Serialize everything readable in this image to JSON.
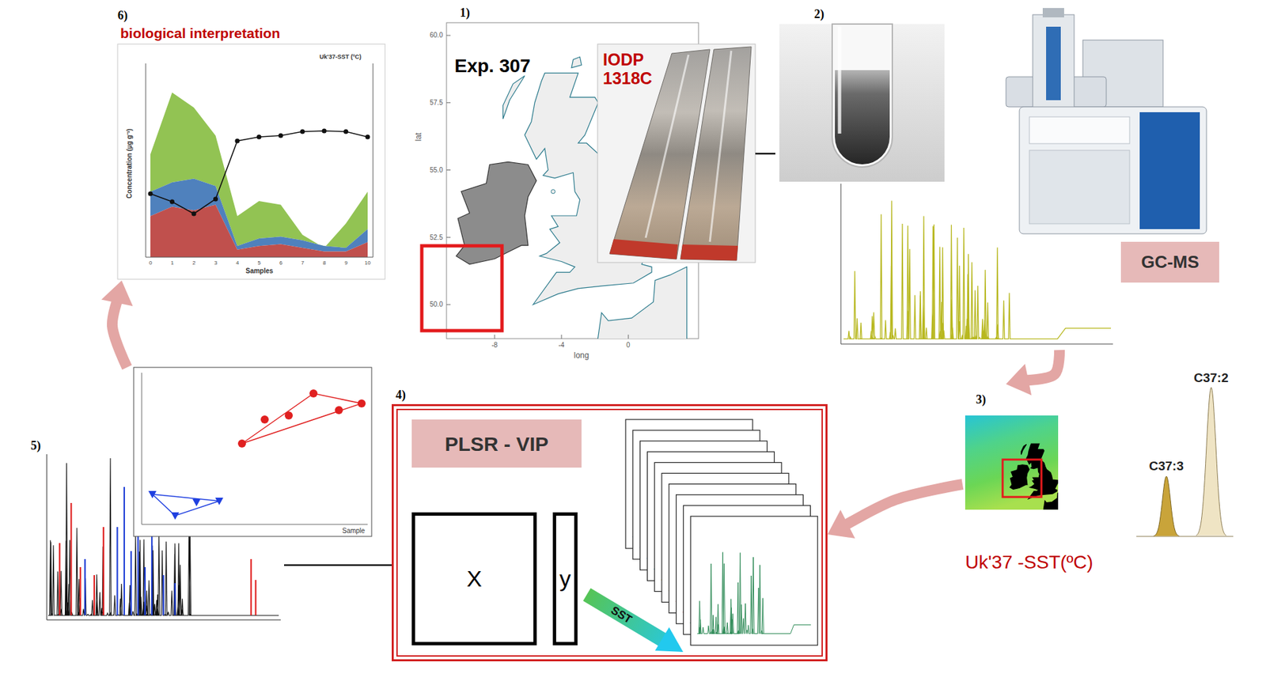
{
  "diagram": {
    "nodes": [
      {
        "text": [
          "1)",
          "Exp. 307"
        ]
      },
      {
        "text": [
          "IODP 1318C"
        ],
        "in": 0
      },
      {
        "text": [
          "2)"
        ]
      },
      {
        "text": [
          "GC-MS"
        ],
        "in": 2
      },
      {
        "text": [
          "3)",
          "Uk'37 -SST(ºC)"
        ]
      },
      {
        "text": [
          "4)"
        ]
      },
      {
        "text": [
          "PLSR - VIP"
        ],
        "in": 5
      },
      {
        "text": [
          "X"
        ],
        "in": 5
      },
      {
        "text": [
          "y"
        ],
        "in": 5
      },
      {
        "text": [
          "5)"
        ]
      },
      {
        "text": [
          "6)",
          "biological interpretation"
        ]
      }
    ],
    "edges": [
      {
        "from": 1,
        "to": 2,
        "arrow": "none"
      },
      {
        "from": 2,
        "to": 4,
        "arrow": "to"
      },
      {
        "from": 4,
        "to": 5,
        "arrow": "to"
      },
      {
        "from": 5,
        "to": 9,
        "arrow": "none"
      },
      {
        "from": 9,
        "to": 10,
        "arrow": "to"
      }
    ],
    "labels": [
      "60.0",
      "57.5",
      "55.0",
      "52.5",
      "50.0",
      "lat",
      "-8",
      "-4",
      "0",
      "long",
      "C37:3",
      "C37:2",
      "SST",
      "Sample",
      "Concentration (µg g⁻¹)",
      "Samples",
      "Uk'37-SST (ºC)",
      "0",
      "1",
      "2",
      "3",
      "4",
      "5",
      "6",
      "7",
      "8",
      "9",
      "10"
    ]
  }
}
